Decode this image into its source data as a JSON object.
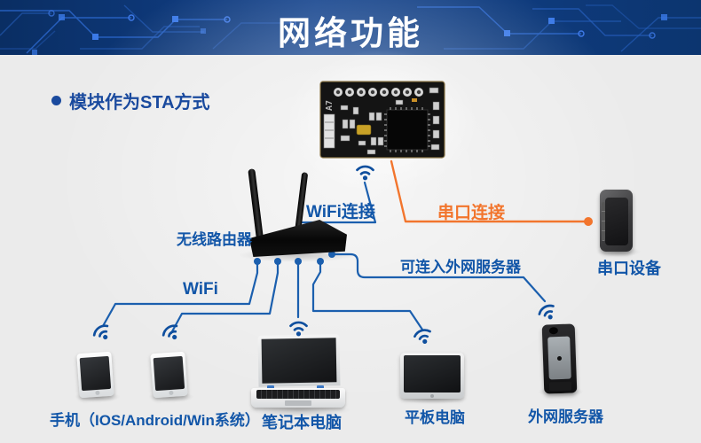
{
  "header": {
    "title": "网络功能"
  },
  "subtitle": {
    "text": "模块作为STA方式"
  },
  "colors": {
    "header_bg": "#0d3a78",
    "circuit_trace": "#2d6ad2",
    "text_blue": "#1256a8",
    "line_blue": "#1b5fae",
    "accent_orange": "#f2752d",
    "background": "#ebebeb"
  },
  "nodes": {
    "module": {
      "board_mark": "A7"
    },
    "router": {
      "label": "无线路由器"
    },
    "serial_device": {
      "label": "串口设备"
    },
    "phones": {
      "label": "手机（IOS/Android/Win系统）"
    },
    "laptop": {
      "label": "笔记本电脑"
    },
    "tablet": {
      "label": "平板电脑"
    },
    "server": {
      "label": "外网服务器"
    }
  },
  "connections": {
    "wifi_connect": {
      "label": "WiFi连接"
    },
    "serial_connect": {
      "label": "串口连接"
    },
    "wifi": {
      "label": "WiFi"
    },
    "extranet": {
      "label": "可连入外网服务器"
    }
  },
  "icons": {
    "wifi": "wifi-icon"
  }
}
